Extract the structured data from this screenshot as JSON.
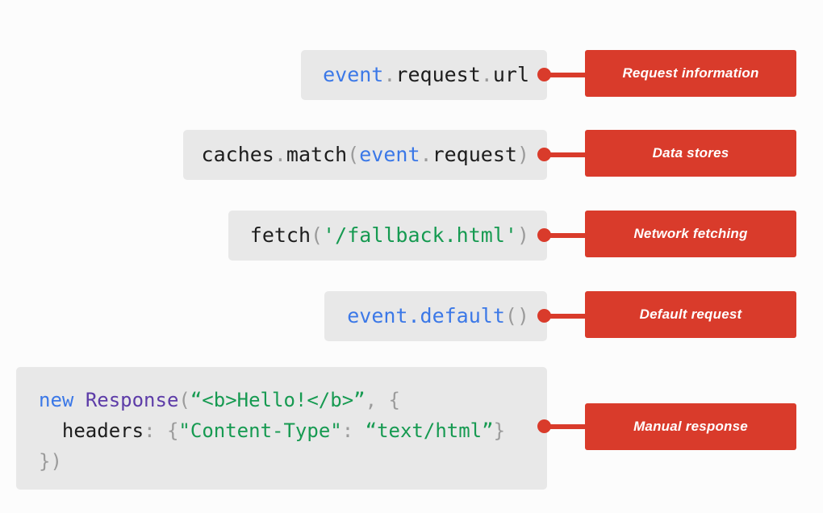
{
  "theme": {
    "background": "#fcfcfc",
    "code_card_bg": "#e8e8e8",
    "accent_red": "#d93b2b",
    "token_blue": "#3b78e7",
    "token_green": "#169a51",
    "token_purple": "#5d3ca8",
    "token_punctuation": "#9b9b9b",
    "token_plain": "#1d1d1d",
    "label_text": "#ffffff"
  },
  "rows": [
    {
      "id": "request-information",
      "code_plain": "event.request.url",
      "label": "Request information"
    },
    {
      "id": "data-stores",
      "code_plain": "caches.match(event.request)",
      "label": "Data stores"
    },
    {
      "id": "network-fetching",
      "code_plain": "fetch('/fallback.html')",
      "label": "Network fetching"
    },
    {
      "id": "default-request",
      "code_plain": "event.default()",
      "label": "Default request"
    },
    {
      "id": "manual-response",
      "code_plain": "new Response(“<b>Hello!</b>”, {\n  headers: {\"Content-Type\": “text/html”}\n})",
      "label": "Manual response"
    }
  ]
}
